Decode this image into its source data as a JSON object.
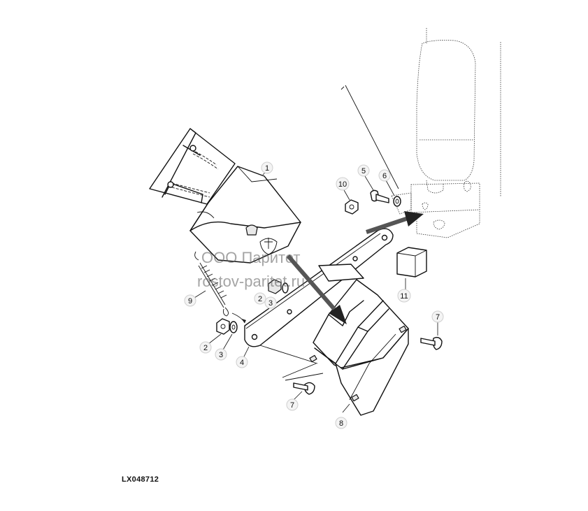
{
  "figure": {
    "reference_code": "LX048712",
    "watermark": {
      "line1": "ООО Паритет",
      "line2": "rostov-paritet.ru"
    }
  },
  "callouts": [
    {
      "id": "c1a",
      "label": "1"
    },
    {
      "id": "c2a",
      "label": "2"
    },
    {
      "id": "c2b",
      "label": "2"
    },
    {
      "id": "c3a",
      "label": "3"
    },
    {
      "id": "c3b",
      "label": "3"
    },
    {
      "id": "c4",
      "label": "4"
    },
    {
      "id": "c5",
      "label": "5"
    },
    {
      "id": "c6",
      "label": "6"
    },
    {
      "id": "c7a",
      "label": "7"
    },
    {
      "id": "c7b",
      "label": "7"
    },
    {
      "id": "c8",
      "label": "8"
    },
    {
      "id": "c9",
      "label": "9"
    },
    {
      "id": "c10",
      "label": "10"
    },
    {
      "id": "c11",
      "label": "11"
    }
  ]
}
